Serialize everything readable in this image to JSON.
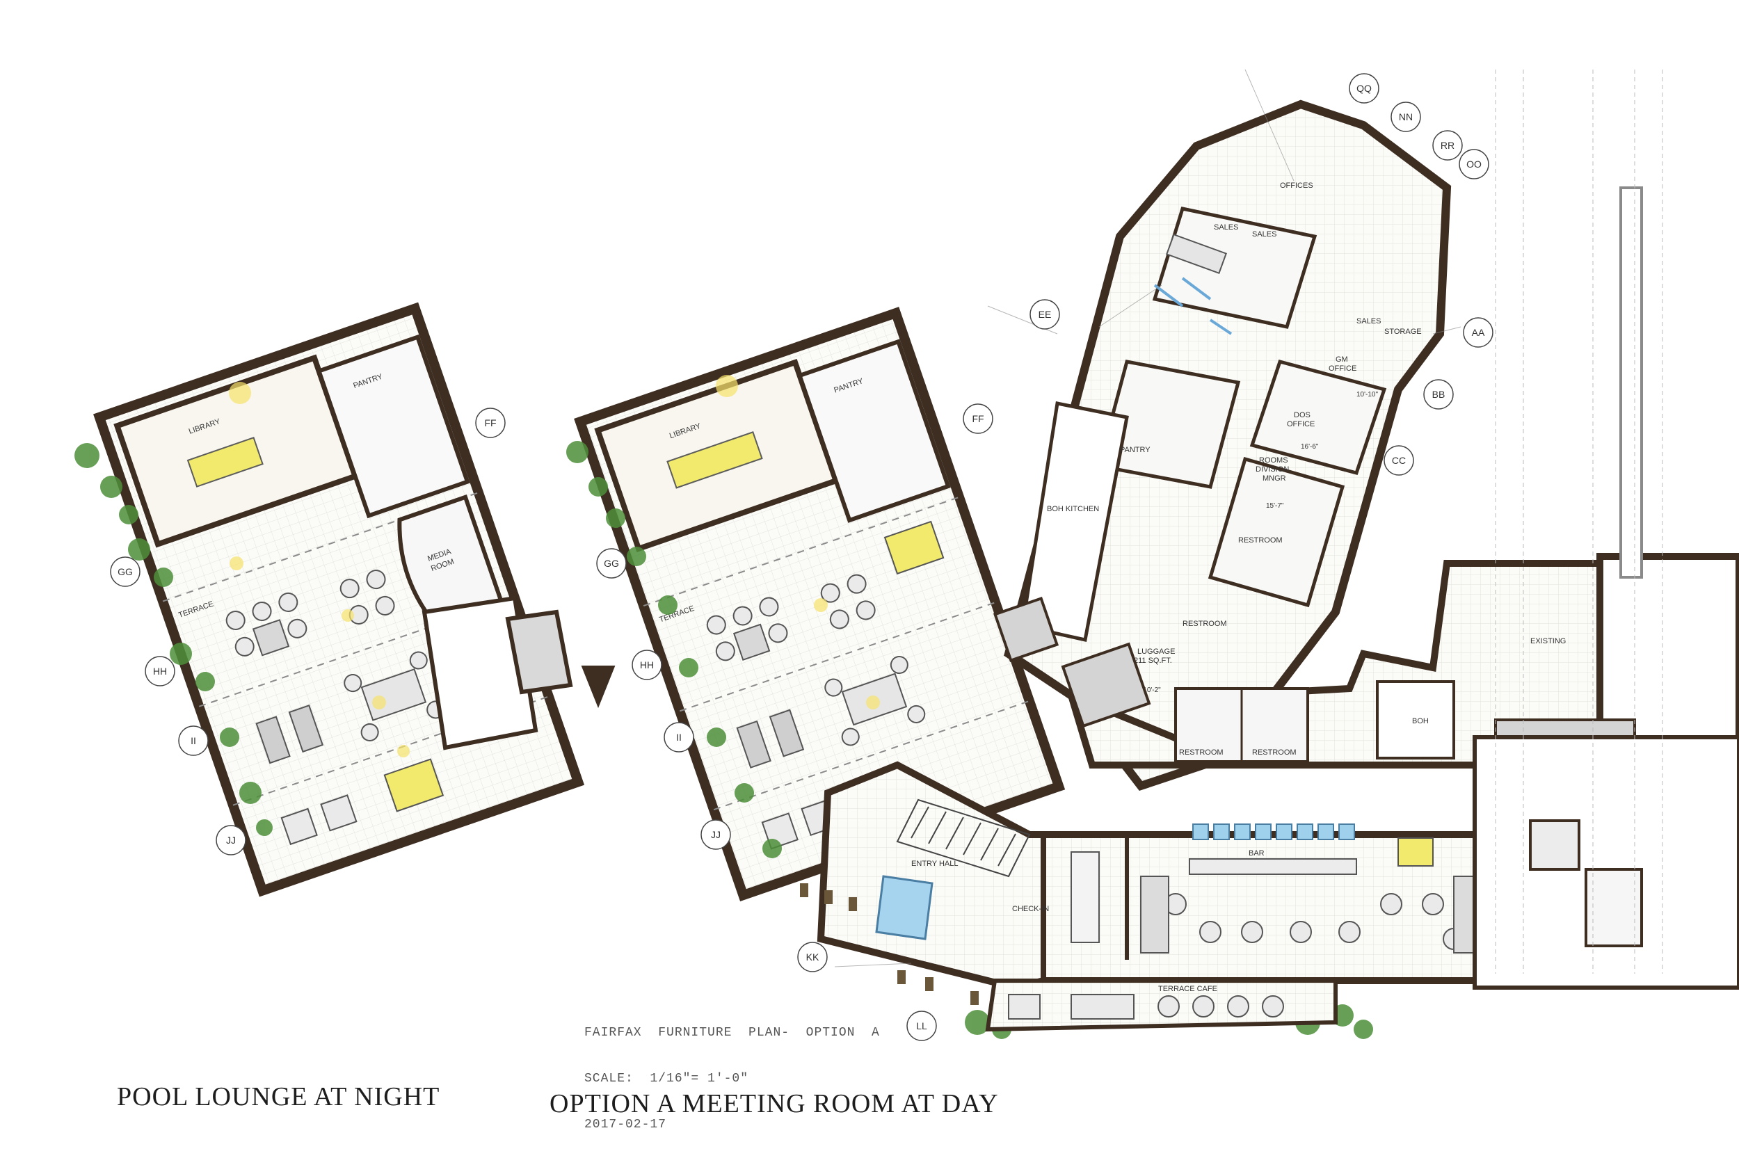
{
  "captions": {
    "left": "POOL  LOUNGE AT NIGHT",
    "right": "OPTION A MEETING ROOM AT DAY"
  },
  "title_block": {
    "line1": "FAIRFAX  FURNITURE  PLAN-  OPTION  A",
    "line2": "SCALE:  1/16\"= 1'-0\"",
    "line3": "2017-02-17"
  },
  "left_plan": {
    "rooms": {
      "library": "LIBRARY",
      "pantry": "PANTRY",
      "media_room_1": "MEDIA",
      "media_room_2": "ROOM",
      "terrace": "TERRACE"
    },
    "gridlines": [
      "FF",
      "GG",
      "HH",
      "II",
      "JJ"
    ]
  },
  "right_plan": {
    "rooms": {
      "library": "LIBRARY",
      "pantry": "PANTRY",
      "terrace": "TERRACE",
      "offices": "OFFICES",
      "sales_1": "SALES",
      "sales_2": "SALES",
      "sales_3": "SALES",
      "storage": "STORAGE",
      "gm_office_1": "GM",
      "gm_office_2": "OFFICE",
      "gm_dim": "10'-10\"",
      "dos_office_1": "DOS",
      "dos_office_2": "OFFICE",
      "dos_dim": "16'-6\"",
      "rooms_div_1": "ROOMS",
      "rooms_div_2": "DIVISION",
      "rooms_div_3": "MNGR",
      "rooms_dim": "15'-7\"",
      "pantry2": "PANTRY",
      "boh_kitchen": "BOH KITCHEN",
      "restroom_1": "RESTROOM",
      "restroom_2": "RESTROOM",
      "restroom_3": "RESTROOM",
      "restroom_4": "RESTROOM",
      "luggage_1": "LUGGAGE",
      "luggage_2": "211 SQ.FT.",
      "luggage_dim": "14'-6\"  10'-2\"",
      "boh": "BOH",
      "existing": "EXISTING",
      "bar": "BAR",
      "check_in": "CHECK-IN",
      "entry_hall": "ENTRY HALL",
      "terrace_cafe": "TERRACE CAFE"
    },
    "gridlines": [
      "QQ",
      "NN",
      "RR",
      "OO",
      "EE",
      "FF",
      "GG",
      "HH",
      "II",
      "JJ",
      "KK",
      "LL",
      "AA",
      "BB",
      "CC"
    ]
  }
}
